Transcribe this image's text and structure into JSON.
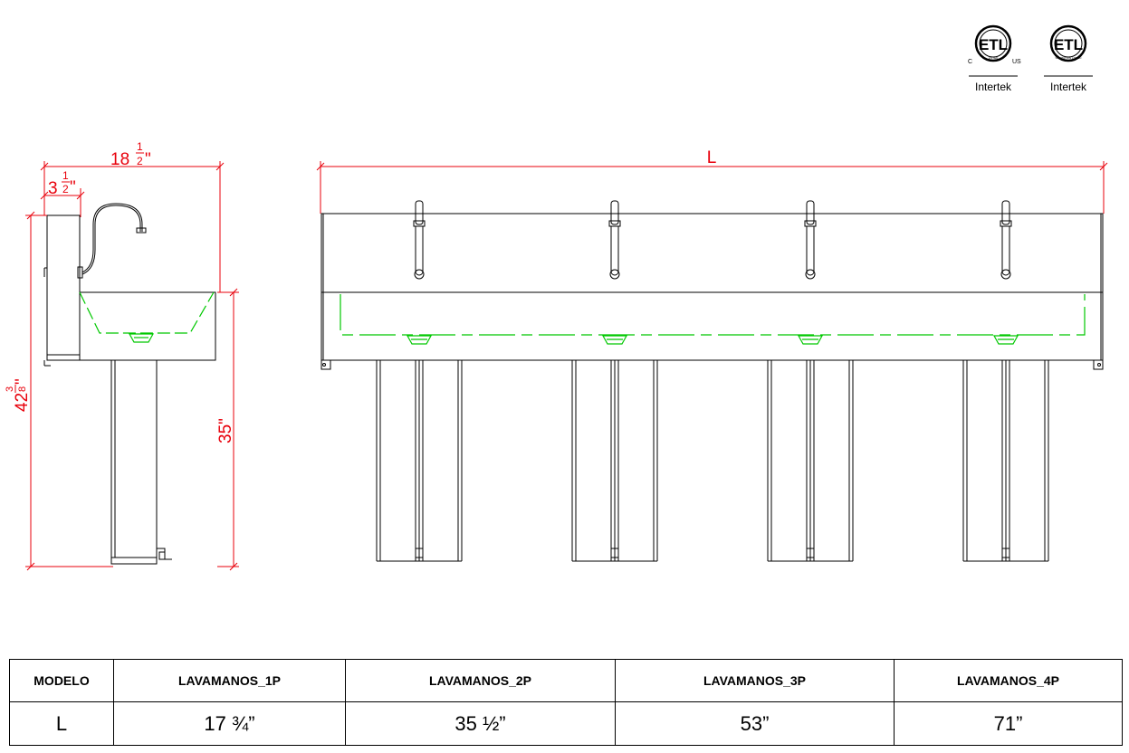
{
  "logos": [
    {
      "mark": "ETL",
      "prefix": "C",
      "suffix": "US",
      "ring_text": "LISTED",
      "company": "Intertek"
    },
    {
      "mark": "ETL",
      "prefix": "",
      "suffix": "",
      "ring_text": "SANITATION LISTED",
      "company": "Intertek"
    }
  ],
  "side_view": {
    "width_label": {
      "whole": "18",
      "num": "1",
      "den": "2",
      "unit": "\""
    },
    "backsplash_label": {
      "whole": "3",
      "num": "1",
      "den": "2",
      "unit": "\""
    },
    "total_height_label": {
      "whole": "42",
      "num": "3",
      "den": "8",
      "unit": "\""
    },
    "counter_height_label": "35\""
  },
  "front_view": {
    "length_label": "L",
    "stations": 4
  },
  "colors": {
    "dimension": "#e8000b",
    "basin": "#00c800",
    "line": "#000000"
  },
  "table": {
    "header": [
      "MODELO",
      "LAVAMANOS_1P",
      "LAVAMANOS_2P",
      "LAVAMANOS_3P",
      "LAVAMANOS_4P"
    ],
    "row": [
      "L",
      "17 ¾”",
      "35 ½”",
      "53”",
      "71”"
    ]
  }
}
